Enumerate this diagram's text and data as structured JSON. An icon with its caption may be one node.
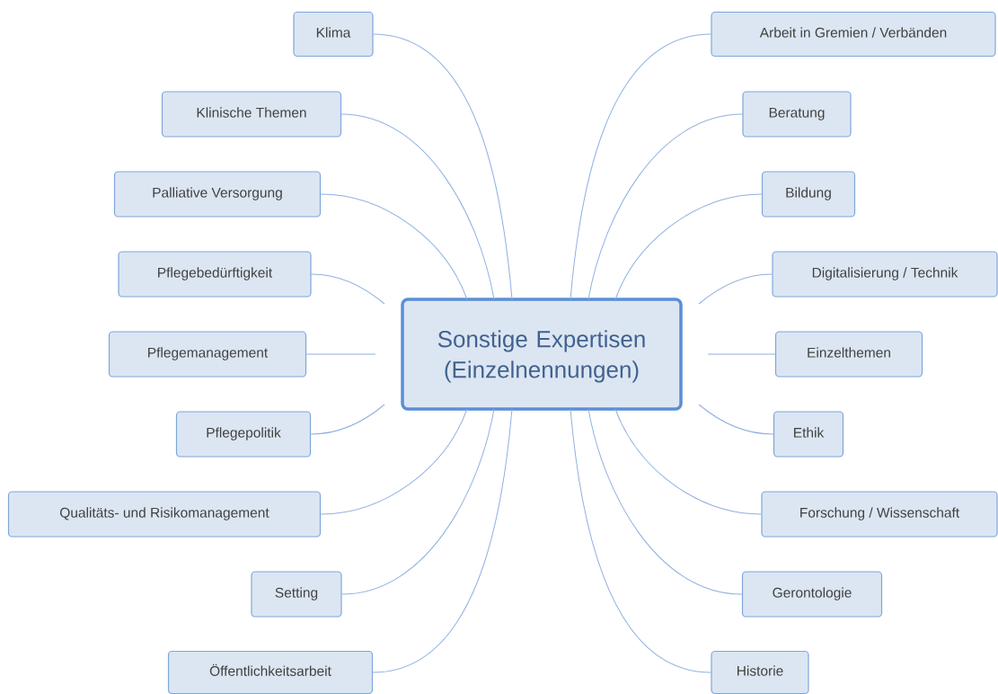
{
  "diagram": {
    "nodes": [
      {
        "text": [
          "Sonstige Expertisen (Einzelnennungen)"
        ]
      },
      {
        "text": [
          "Klima"
        ]
      },
      {
        "text": [
          "Klinische Themen"
        ]
      },
      {
        "text": [
          "Palliative Versorgung"
        ]
      },
      {
        "text": [
          "Pflegebedürftigkeit"
        ]
      },
      {
        "text": [
          "Pflegemanagement"
        ]
      },
      {
        "text": [
          "Pflegepolitik"
        ]
      },
      {
        "text": [
          "Qualitäts- und Risikomanagement"
        ]
      },
      {
        "text": [
          "Setting"
        ]
      },
      {
        "text": [
          "Öffentlichkeitsarbeit"
        ]
      },
      {
        "text": [
          "Arbeit in Gremien / Verbänden"
        ]
      },
      {
        "text": [
          "Beratung"
        ]
      },
      {
        "text": [
          "Bildung"
        ]
      },
      {
        "text": [
          "Digitalisierung / Technik"
        ]
      },
      {
        "text": [
          "Einzelthemen"
        ]
      },
      {
        "text": [
          "Ethik"
        ]
      },
      {
        "text": [
          "Forschung / Wissenschaft"
        ]
      },
      {
        "text": [
          "Gerontologie"
        ]
      },
      {
        "text": [
          "Historie"
        ]
      }
    ],
    "edges": [
      {
        "from": 0,
        "to": 1,
        "arrow": "none"
      },
      {
        "from": 0,
        "to": 2,
        "arrow": "none"
      },
      {
        "from": 0,
        "to": 3,
        "arrow": "none"
      },
      {
        "from": 0,
        "to": 4,
        "arrow": "none"
      },
      {
        "from": 0,
        "to": 5,
        "arrow": "none"
      },
      {
        "from": 0,
        "to": 6,
        "arrow": "none"
      },
      {
        "from": 0,
        "to": 7,
        "arrow": "none"
      },
      {
        "from": 0,
        "to": 8,
        "arrow": "none"
      },
      {
        "from": 0,
        "to": 9,
        "arrow": "none"
      },
      {
        "from": 0,
        "to": 10,
        "arrow": "none"
      },
      {
        "from": 0,
        "to": 11,
        "arrow": "none"
      },
      {
        "from": 0,
        "to": 12,
        "arrow": "none"
      },
      {
        "from": 0,
        "to": 13,
        "arrow": "none"
      },
      {
        "from": 0,
        "to": 14,
        "arrow": "none"
      },
      {
        "from": 0,
        "to": 15,
        "arrow": "none"
      },
      {
        "from": 0,
        "to": 16,
        "arrow": "none"
      },
      {
        "from": 0,
        "to": 17,
        "arrow": "none"
      },
      {
        "from": 0,
        "to": 18,
        "arrow": "none"
      }
    ]
  }
}
